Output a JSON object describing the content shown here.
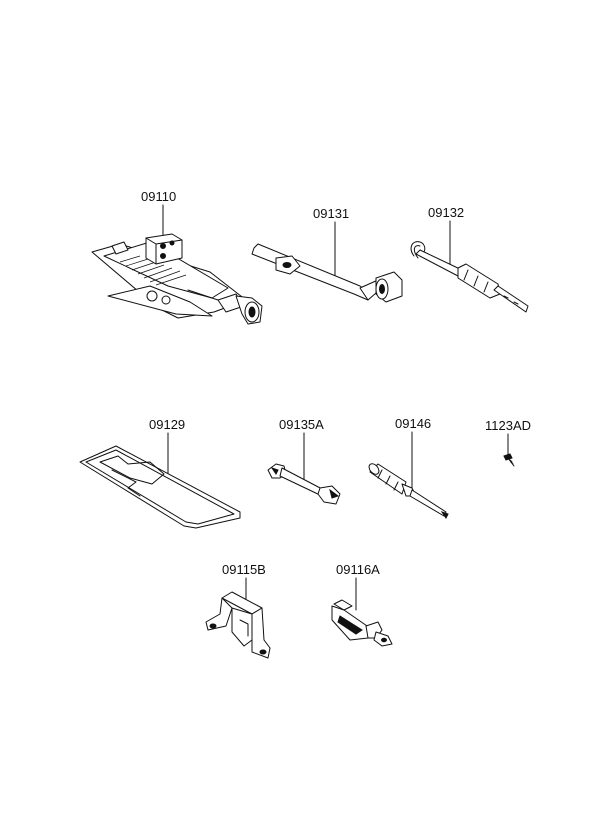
{
  "parts": [
    {
      "id": "jack",
      "label": "09110"
    },
    {
      "id": "jack-handle",
      "label": "09131"
    },
    {
      "id": "hook-handle",
      "label": "09132"
    },
    {
      "id": "tool-bag",
      "label": "09129"
    },
    {
      "id": "wrench",
      "label": "09135A"
    },
    {
      "id": "screwdriver",
      "label": "09146"
    },
    {
      "id": "bolt",
      "label": "1123AD"
    },
    {
      "id": "jack-bracket",
      "label": "09115B"
    },
    {
      "id": "handle-bracket",
      "label": "09116A"
    }
  ]
}
